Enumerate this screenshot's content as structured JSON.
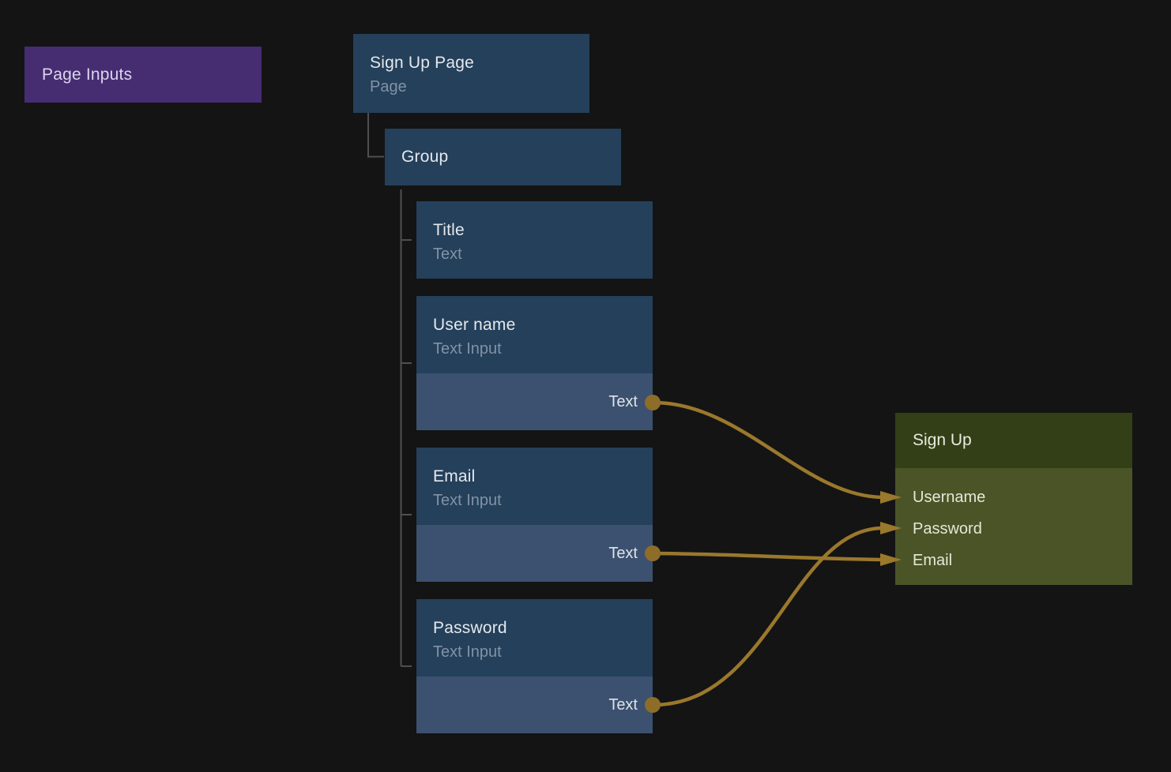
{
  "page_inputs": {
    "label": "Page Inputs"
  },
  "layer_tree": {
    "root": {
      "title": "Sign Up Page",
      "subtitle": "Page"
    },
    "group": {
      "title": "Group"
    },
    "children": [
      {
        "title": "Title",
        "subtitle": "Text",
        "output": null
      },
      {
        "title": "User name",
        "subtitle": "Text Input",
        "output": "Text"
      },
      {
        "title": "Email",
        "subtitle": "Text Input",
        "output": "Text"
      },
      {
        "title": "Password",
        "subtitle": "Text Input",
        "output": "Text"
      }
    ]
  },
  "signup_node": {
    "title": "Sign Up",
    "inputs": [
      "Username",
      "Password",
      "Email"
    ]
  },
  "connections": [
    {
      "from": "User name / Text",
      "to": "Sign Up / Username"
    },
    {
      "from": "Email / Text",
      "to": "Sign Up / Email"
    },
    {
      "from": "Password / Text",
      "to": "Sign Up / Password"
    }
  ],
  "colors": {
    "background": "#141414",
    "node_blue": "#24405b",
    "node_blue_port_strip": "#3b516f",
    "page_inputs_purple": "#462d72",
    "signup_header_olive": "#333f17",
    "signup_body_olive": "#4b5427",
    "wire_gold": "#9a782c",
    "port_dot_gold": "#8d6d27",
    "tree_line_gray": "#4f4f4f"
  }
}
